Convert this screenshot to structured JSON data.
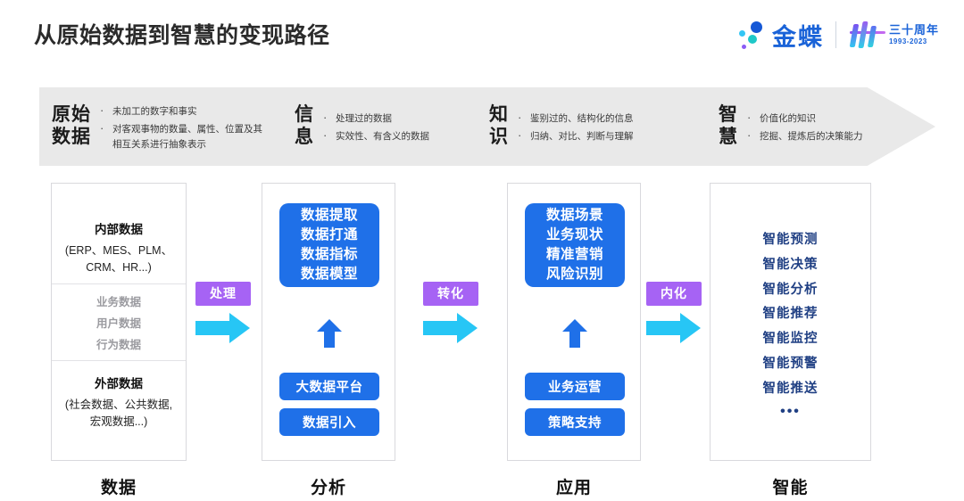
{
  "header": {
    "title": "从原始数据到智慧的变现路径",
    "brand_name": "金蝶",
    "anniversary_main": "三十周年",
    "anniversary_years": "1993-2023"
  },
  "banner": {
    "stages": [
      {
        "name": "原始\n数据",
        "bullets": [
          "未加工的数字和事实",
          "对客观事物的数量、属性、位置及其相互关系进行抽象表示"
        ]
      },
      {
        "name": "信\n息",
        "bullets": [
          "处理过的数据",
          "实效性、有含义的数据"
        ]
      },
      {
        "name": "知\n识",
        "bullets": [
          "鉴别过的、结构化的信息",
          "归纳、对比、判断与理解"
        ]
      },
      {
        "name": "智\n慧",
        "bullets": [
          "价值化的知识",
          "挖掘、提炼后的决策能力"
        ]
      }
    ],
    "bullet_marker": "·"
  },
  "columns": [
    {
      "caption": "数据",
      "sections": [
        {
          "title": "内部数据",
          "sub": "(ERP、MES、PLM、\nCRM、HR...)"
        },
        {
          "gray": "业务数据\n用户数据\n行为数据"
        },
        {
          "title": "外部数据",
          "sub": "(社会数据、公共数据,\n宏观数据...)"
        }
      ]
    },
    {
      "caption": "分析",
      "main_box": "数据提取\n数据打通\n数据指标\n数据模型",
      "pills": [
        "大数据平台",
        "数据引入"
      ]
    },
    {
      "caption": "应用",
      "main_box": "数据场景\n业务现状\n精准营销\n风险识别",
      "pills": [
        "业务运营",
        "策略支持"
      ]
    },
    {
      "caption": "智能",
      "smart_items": [
        "智能预测",
        "智能决策",
        "智能分析",
        "智能推荐",
        "智能监控",
        "智能预警",
        "智能推送"
      ],
      "smart_more": "•••"
    }
  ],
  "connectors": [
    {
      "label": "处理"
    },
    {
      "label": "转化"
    },
    {
      "label": "内化"
    }
  ],
  "colors": {
    "blue": "#1f70e8",
    "navy": "#1f3f83",
    "purple": "#a663f4",
    "cyan": "#27c6f5",
    "banner_bg": "#e9e9e9"
  }
}
